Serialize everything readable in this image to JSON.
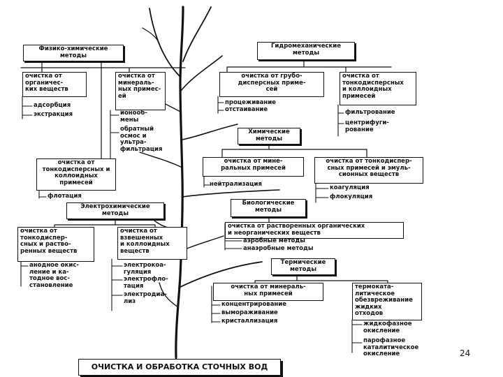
{
  "page_number": "24",
  "root": "ОЧИСТКА И ОБРАБОТКА СТОЧНЫХ ВОД",
  "physchem": {
    "title": "Физико-химические\nметоды",
    "org": "очистка от\nорганичес-\nких веществ",
    "org_items": [
      "адсорбция",
      "экстракция"
    ],
    "min": "очистка от\nминераль-\nных примес-\nей",
    "min_items": [
      "ионооб-\nмены",
      "обратный\nосмос и\nультра-\nфильтрация"
    ],
    "fine": "очистка от\nтонкодисперсных и\nколлоидных\nпримесей",
    "fine_items": [
      "флотация"
    ]
  },
  "hydromech": {
    "title": "Гидромеханические\nметоды",
    "coarse": "очистка от грубо-\nдисперсных приме-\nсей",
    "coarse_items": [
      "процеживание",
      "отстаивание"
    ],
    "fine": "очистка от\nтонкодисперсных\nи коллоидных\nпримесей",
    "fine_items": [
      "фильтрование",
      "центрифуги-\nрование"
    ]
  },
  "chemical": {
    "title": "Химические\nметоды",
    "min": "очистка от мине-\nральных примесей",
    "min_items": [
      "нейтрализация"
    ],
    "emul": "очистка от тонкодиспер-\nсных примесей и эмуль-\nсионных веществ",
    "emul_items": [
      "коагуляция",
      "флокуляция"
    ]
  },
  "electrochem": {
    "title": "Электрохимические\nметоды",
    "fine": "очистка от\nтонкодиспер-\nсных и раство-\nренных веществ",
    "fine_items": [
      "анодное окис-\nление и ка-\nтодное вос-\nстановление"
    ],
    "susp": "очистка от\nвзвешенных\nи коллоидных\nвеществ",
    "susp_items": [
      "электрокоа-\nгуляция",
      "электрофло-\nтация",
      "электродиа-\nлиз"
    ]
  },
  "biological": {
    "title": "Биологические\nметоды",
    "dissolved": "очистка от растворенных органических\nи неорганических веществ",
    "items": [
      "аэробные методы",
      "анаэробные методы"
    ]
  },
  "thermal": {
    "title": "Термические\nметоды",
    "min": "очистка от минераль-\nных примесей",
    "min_items": [
      "концентрирование",
      "вымораживание",
      "кристаллизация"
    ],
    "cat": "термоката-\nлитическое\nобезвреживание\nжидких\nотходов",
    "cat_items": [
      "жидкофазное\nокисление",
      "парофазное\nкаталитическое\nокисление"
    ]
  }
}
